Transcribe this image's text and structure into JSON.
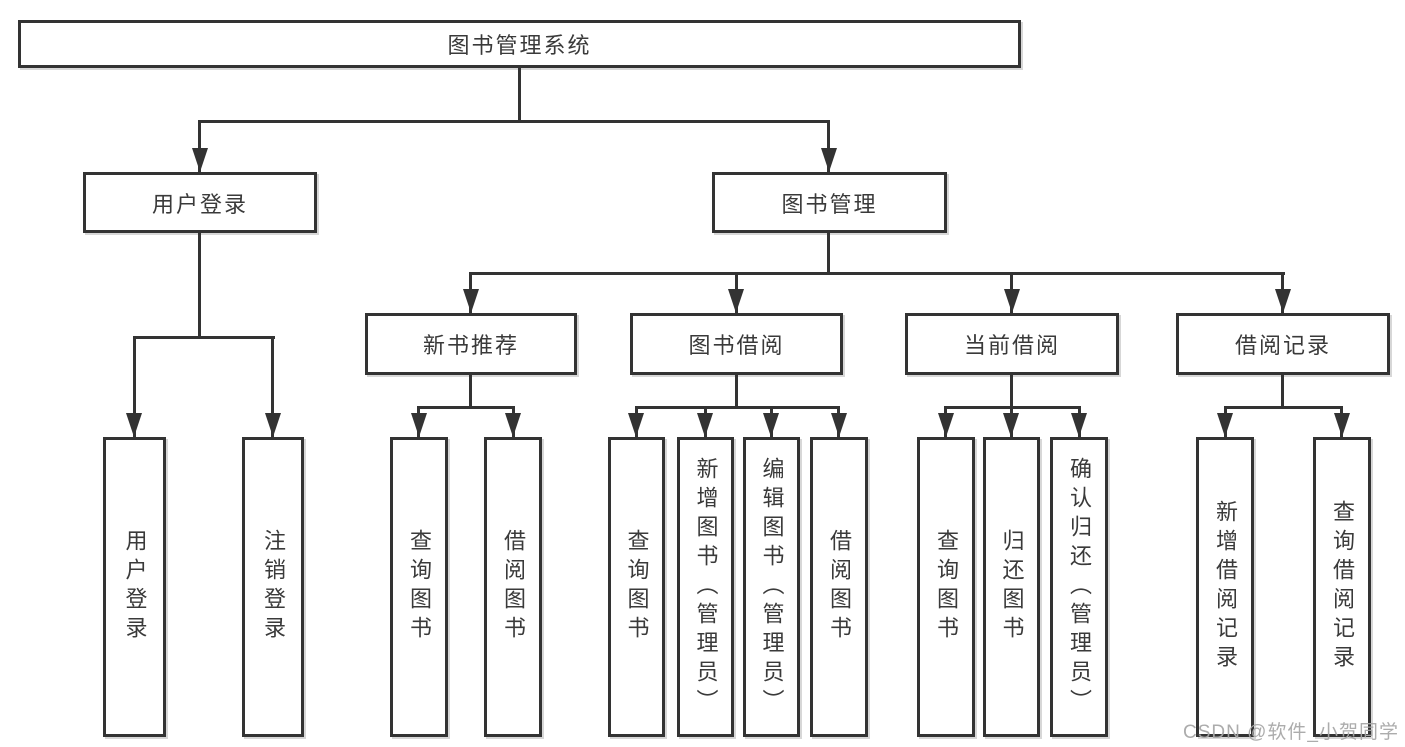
{
  "diagram": {
    "type": "hierarchy-tree",
    "watermark": "CSDN @软件_小贺同学",
    "colors": {
      "line": "#333333",
      "text": "#3a3a3a",
      "box_background": "#ffffff",
      "background": "#ffffff",
      "watermark": "#a8a8a8"
    }
  },
  "nodes": {
    "root": {
      "label": "图书管理系统"
    },
    "level2": [
      {
        "label": "用户登录"
      },
      {
        "label": "图书管理"
      }
    ],
    "level3": [
      {
        "label": "新书推荐"
      },
      {
        "label": "图书借阅"
      },
      {
        "label": "当前借阅"
      },
      {
        "label": "借阅记录"
      }
    ],
    "leaves": {
      "user_login": [
        "用户登录",
        "注销登录"
      ],
      "new_books": [
        "查询图书",
        "借阅图书"
      ],
      "book_borrowing": [
        "查询图书",
        "新增图书（管理员）",
        "编辑图书（管理员）",
        "借阅图书"
      ],
      "current_borrowing": [
        "查询图书",
        "归还图书",
        "确认归还（管理员）"
      ],
      "borrowing_records": [
        "新增借阅记录",
        "查询借阅记录"
      ]
    }
  }
}
